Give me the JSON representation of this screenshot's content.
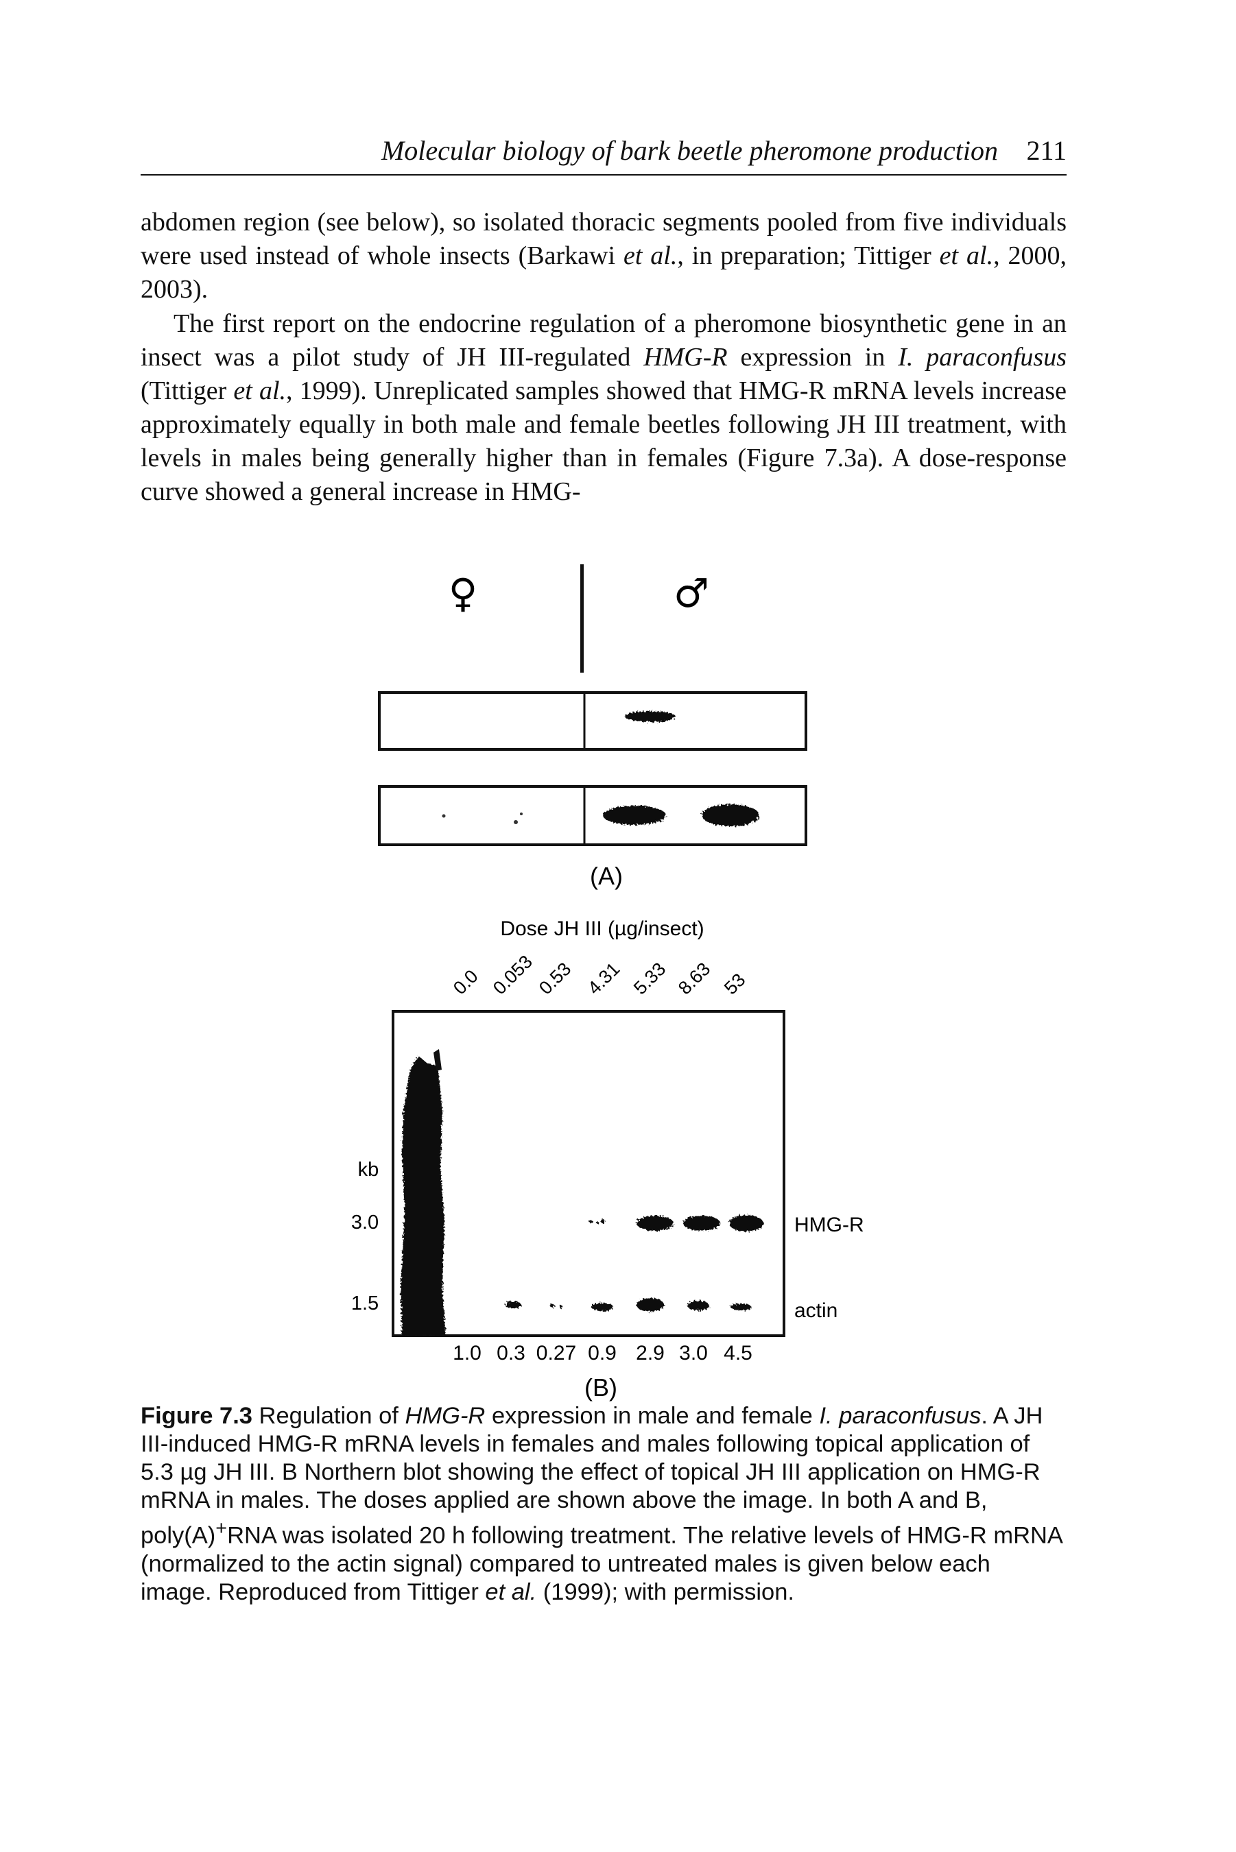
{
  "header": {
    "running_title": "Molecular biology of bark beetle pheromone production",
    "page_number": "211"
  },
  "body": {
    "para1": {
      "t1": "abdomen region (see below), so isolated thoracic segments pooled from five individuals were used instead of whole insects (Barkawi ",
      "etal1": "et al.",
      "t2": ", in preparation; Tittiger ",
      "etal2": "et al.",
      "t3": ", 2000, 2003)."
    },
    "para2": {
      "t1": "The first report on the endocrine regulation of a pheromone biosynthetic gene in an insect was a pilot study of JH III-regulated ",
      "gene": "HMG-R",
      "t2": " expression in ",
      "species": "I. paraconfusus",
      "t3": " (Tittiger ",
      "etal": "et al.",
      "t4": ", 1999). Unreplicated samples showed that HMG-R mRNA levels increase approximately equally in both male and female beetles following JH III treatment, with levels in males being generally higher than in females (Figure 7.3a). A dose-response curve showed a general increase in HMG-"
    }
  },
  "figure": {
    "panel_a": {
      "female_symbol": "♀",
      "male_symbol": "♂",
      "label": "(A)"
    },
    "panel_b": {
      "dose_title": "Dose JH III (µg/insect)",
      "doses": [
        "0.0",
        "0.053",
        "0.53",
        "4.31",
        "5.33",
        "8.63",
        "53"
      ],
      "kb_label": "kb",
      "markers": [
        "3.0",
        "1.5"
      ],
      "right_labels": [
        "HMG-R",
        "actin"
      ],
      "relative_levels": [
        "1.0",
        "0.3",
        "0.27",
        "0.9",
        "2.9",
        "3.0",
        "4.5"
      ],
      "label": "(B)"
    }
  },
  "caption": {
    "fig_label": "Figure 7.3",
    "t1": " Regulation of ",
    "gene": "HMG-R",
    "t2": " expression in male and female ",
    "species": "I. paraconfusus",
    "t3": ". A JH III-induced HMG-R mRNA levels in females and males following topical application of 5.3 µg JH III. B Northern blot showing the effect of topical JH III application on HMG-R mRNA in males. The doses applied are shown above the image. In both A and B, poly(A)",
    "sup": "+",
    "t4": "RNA was isolated 20 h following treatment. The relative levels of HMG-R mRNA (normalized to the actin signal) compared to untreated males is given below each image. Reproduced from Tittiger ",
    "etal": "et al.",
    "t5": " (1999); with permission."
  }
}
